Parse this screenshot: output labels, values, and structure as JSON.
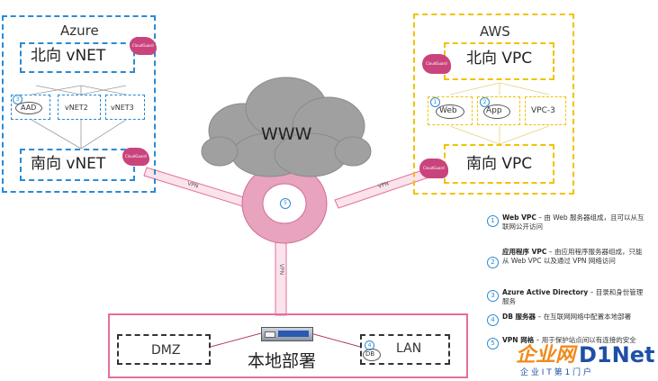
{
  "colors": {
    "azure_blue": "#2a8bd4",
    "aws_yellow": "#f2c200",
    "pink": "#e36f9c",
    "cloud_grey": "#8f8f8f",
    "dark_text": "#222222"
  },
  "azure": {
    "title": "Azure",
    "north_vnet": "北向 vNET",
    "south_vnet": "南向 vNET",
    "spokes": [
      "AAD",
      "vNET2",
      "vNET3"
    ],
    "aad_badge": "3",
    "cloudguard_badge": "CloudGuard"
  },
  "aws": {
    "title": "AWS",
    "north_vpc": "北向 VPC",
    "south_vpc": "南向 VPC",
    "spokes": [
      "Web",
      "App",
      "VPC-3"
    ],
    "web_badge": "1",
    "app_badge": "2",
    "cloudguard_badge": "CloudGuard"
  },
  "internet": {
    "label": "WWW",
    "ring_badge": "5"
  },
  "links": {
    "vpn_left": "VPN",
    "vpn_right": "VPN",
    "vpn_down": "VPN"
  },
  "onprem": {
    "title": "本地部署",
    "dmz": "DMZ",
    "lan": "LAN",
    "db": "DB",
    "db_badge": "4"
  },
  "legend": [
    {
      "num": "1",
      "title": "Web VPC",
      "text": " – 由 Web 服务器组成，且可以从互联网公开访问"
    },
    {
      "num": "2",
      "title": "应用程序 VPC",
      "text": " – 由应用程序服务器组成，只能从 Web VPC 以及通过 VPN 网络访问"
    },
    {
      "num": "3",
      "title": "Azure Active Directory",
      "text": " – 目录和身份管理服务"
    },
    {
      "num": "4",
      "title": "DB 服务器",
      "text": " – 在互联网网络中配置本地部署"
    },
    {
      "num": "5",
      "title": "VPN 网格",
      "text": " – 用于保护站点间以有连接的安全"
    }
  ],
  "watermark": {
    "brand_cn": "企业网",
    "brand_en": "D1Net",
    "tagline": "企 业 I T 第 1 门 户"
  }
}
